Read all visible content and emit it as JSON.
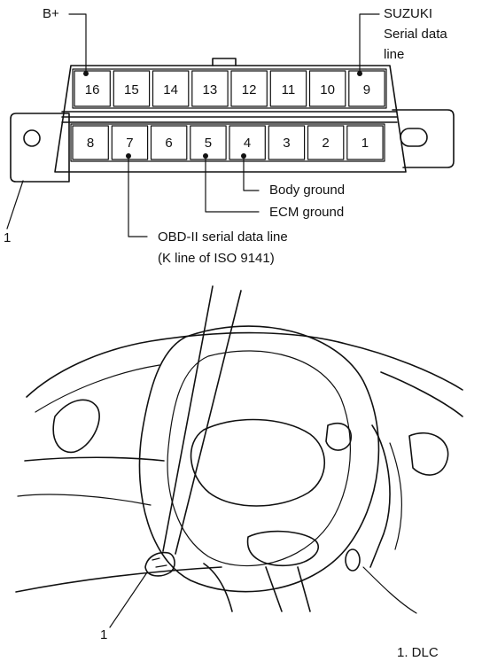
{
  "connector": {
    "top_row_pins": [
      "16",
      "15",
      "14",
      "13",
      "12",
      "11",
      "10",
      "9"
    ],
    "bottom_row_pins": [
      "8",
      "7",
      "6",
      "5",
      "4",
      "3",
      "2",
      "1"
    ]
  },
  "labels": {
    "b_plus": "B+",
    "suzuki_line1": "SUZUKI",
    "suzuki_line2": "Serial data",
    "suzuki_line3": "line",
    "body_ground": "Body ground",
    "ecm_ground": "ECM ground",
    "obd_line1": "OBD-II serial data line",
    "obd_line2": "(K line of ISO 9141)",
    "callout_connector": "1",
    "callout_dash": "1",
    "legend": "1. DLC"
  }
}
